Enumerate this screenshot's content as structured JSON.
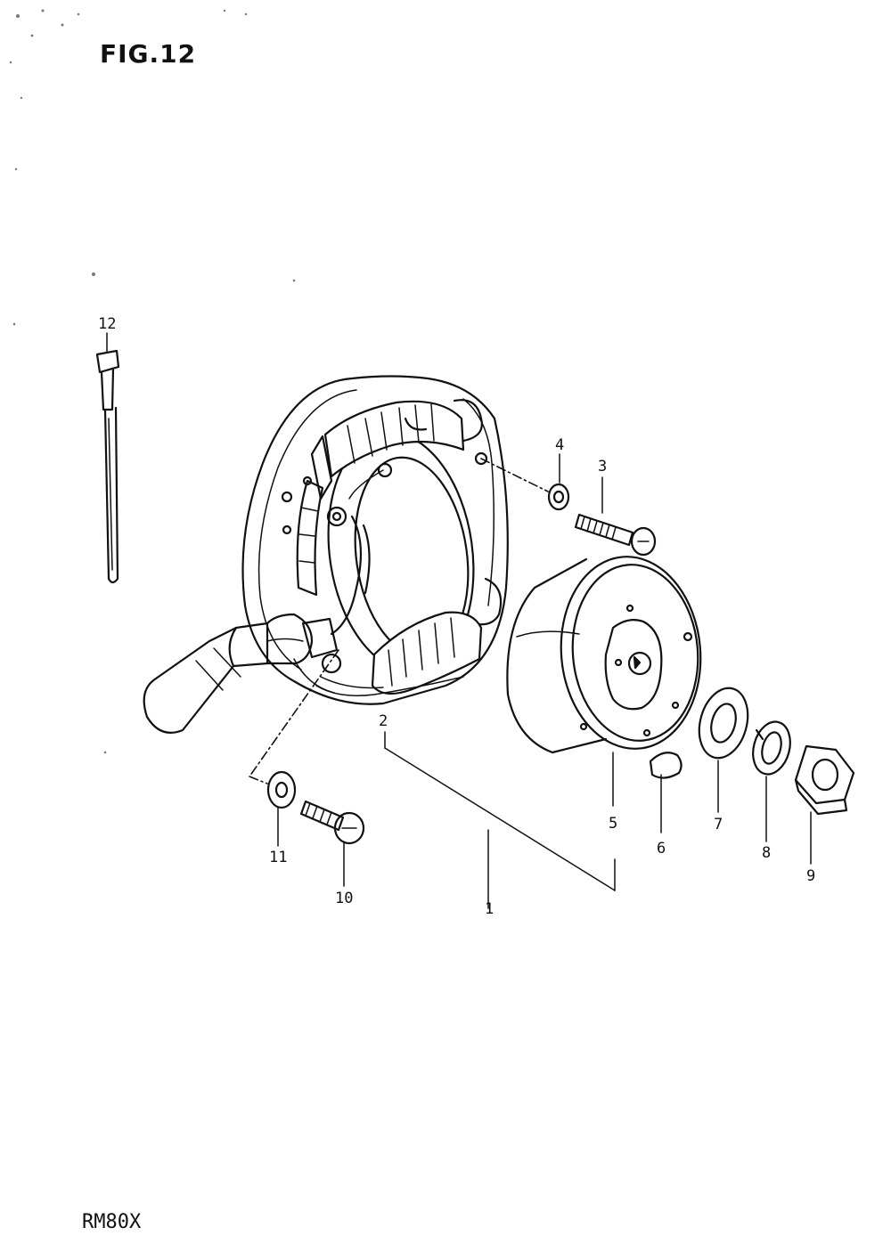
{
  "figure": {
    "title": "FIG.12",
    "model": "RM80X"
  },
  "callouts": [
    "12",
    "4",
    "3",
    "2",
    "5",
    "6",
    "7",
    "8",
    "9",
    "11",
    "10",
    "1"
  ]
}
